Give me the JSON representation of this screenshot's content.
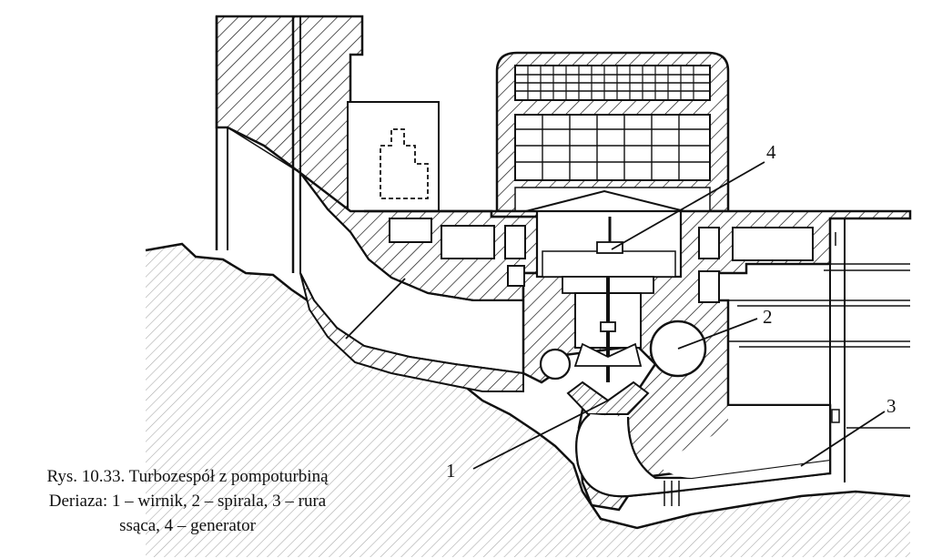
{
  "labels": {
    "l1": "1",
    "l2": "2",
    "l3": "3",
    "l4": "4"
  },
  "caption": {
    "line1": "Rys. 10.33. Turbozespół z pompoturbiną",
    "line2": "Deriaza: 1 – wirnik, 2 – spirala, 3 – rura",
    "line3": "ssąca, 4 – generator"
  }
}
